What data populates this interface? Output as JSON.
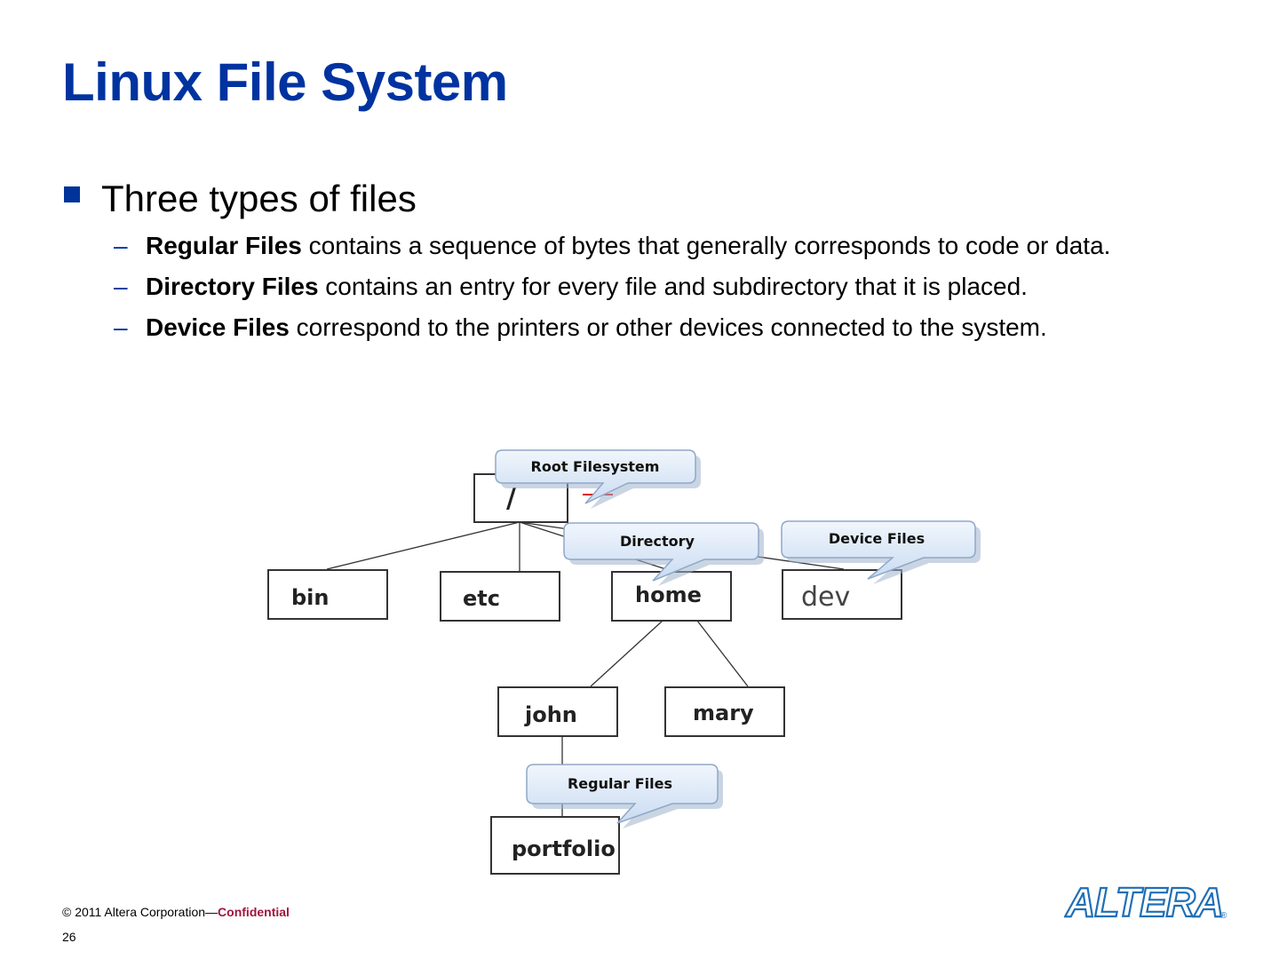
{
  "slide": {
    "title": "Linux File System",
    "bullet": "Three types of files",
    "dash_glyph": "–",
    "items": [
      {
        "term": "Regular Files",
        "text": " contains a sequence of bytes that generally corresponds to code or data."
      },
      {
        "term": "Directory Files",
        "text": " contains an entry for every file and subdirectory that it is placed."
      },
      {
        "term": "Device Files",
        "text": " correspond to the printers or other devices connected to the system."
      }
    ]
  },
  "diagram": {
    "nodes": {
      "root": "/",
      "bin": "bin",
      "etc": "etc",
      "home": "home",
      "dev": "dev",
      "john": "john",
      "mary": "mary",
      "portfolio": "portfolio"
    },
    "callouts": {
      "root": "Root Filesystem",
      "directory": "Directory",
      "device": "Device Files",
      "regular": "Regular Files"
    }
  },
  "footer": {
    "copyright": "© 2011 Altera Corporation—",
    "confidential": "Confidential",
    "page_number": "26"
  },
  "logo": {
    "text": "ALTERA",
    "registered": "®",
    "color": "#1f6fb5"
  },
  "colors": {
    "title": "#0033a0",
    "bullet": "#003399",
    "confidential": "#a0153e",
    "callout_fill": "#dbe7f7",
    "callout_stroke": "#8fa8c8"
  }
}
